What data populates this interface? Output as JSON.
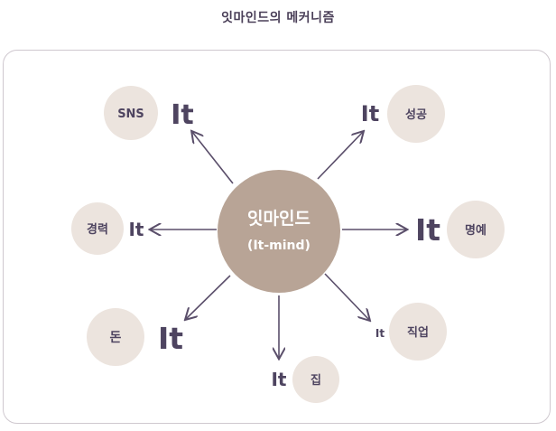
{
  "title": "잇마인드의 메커니즘",
  "center": {
    "line1": "잇마인드",
    "line2": "(It-mind)"
  },
  "it_word": "It",
  "nodes": [
    {
      "id": "sns",
      "label": "SNS"
    },
    {
      "id": "success",
      "label": "성공"
    },
    {
      "id": "career",
      "label": "경력"
    },
    {
      "id": "honor",
      "label": "명예"
    },
    {
      "id": "money",
      "label": "돈"
    },
    {
      "id": "job",
      "label": "직업"
    },
    {
      "id": "house",
      "label": "집"
    }
  ],
  "colors": {
    "center_fill": "#b8a496",
    "node_fill": "#ece4de",
    "text": "#4e4460",
    "arrow": "#5a4e6a",
    "frame": "#cfc8cf"
  }
}
